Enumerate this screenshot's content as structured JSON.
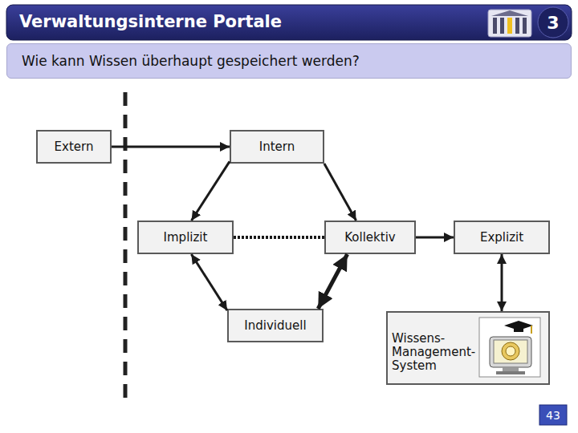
{
  "diagram": {
    "title": "Verwaltungsinterne Portale",
    "nodes": [
      {
        "text": [
          "Wie kann Wissen überhaupt gespeichert werden?"
        ]
      },
      {
        "text": [
          "Extern"
        ]
      },
      {
        "text": [
          "Intern"
        ]
      },
      {
        "text": [
          "Implizit"
        ]
      },
      {
        "text": [
          "Kollektiv"
        ]
      },
      {
        "text": [
          "Explizit"
        ]
      },
      {
        "text": [
          "Individuell"
        ]
      },
      {
        "text": [
          "Wissens- Management- System"
        ]
      }
    ],
    "edges": [
      {
        "from": 1,
        "to": 2,
        "arrow": "to"
      },
      {
        "from": 2,
        "to": 3,
        "arrow": "to"
      },
      {
        "from": 2,
        "to": 4,
        "arrow": "to"
      },
      {
        "from": 3,
        "to": 4,
        "arrow": "none"
      },
      {
        "from": 4,
        "to": 5,
        "arrow": "to"
      },
      {
        "from": 3,
        "to": 6,
        "arrow": "both"
      },
      {
        "from": 4,
        "to": 6,
        "arrow": "both"
      },
      {
        "from": 5,
        "to": 7,
        "arrow": "both"
      }
    ],
    "labels": [
      "3",
      "43"
    ]
  }
}
